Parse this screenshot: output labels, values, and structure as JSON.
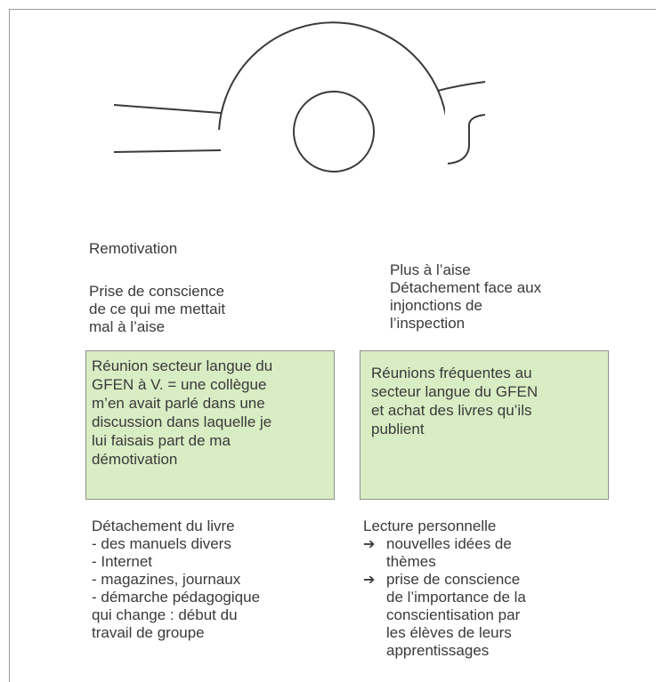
{
  "left": {
    "label_1": "Remotivation",
    "label_2_lines": [
      "Prise de conscience",
      "de ce qui me mettait",
      "mal à l’aise"
    ],
    "box_lines": [
      "Réunion secteur langue du",
      "GFEN à V. = une collègue",
      "m’en avait parlé dans une",
      "discussion dans laquelle je",
      "lui faisais part de ma",
      "démotivation"
    ],
    "bottom_title": "Détachement du livre",
    "bottom_items": [
      "- des manuels divers",
      "- Internet",
      "- magazines, journaux",
      "- démarche pédagogique",
      "qui change : début du",
      "travail de groupe"
    ]
  },
  "right": {
    "label_lines": [
      "Plus à l’aise",
      "Détachement face aux",
      "injonctions de",
      "l’inspection"
    ],
    "box_lines": [
      "Réunions fréquentes au",
      "secteur langue du GFEN",
      "et achat des livres qu’ils",
      "publient"
    ],
    "bottom_title": "Lecture personnelle",
    "bullets": [
      {
        "arrow": "➔",
        "lines": [
          "nouvelles idées de",
          "thèmes"
        ]
      },
      {
        "arrow": "➔",
        "lines": [
          "prise de conscience",
          "de l’importance de la",
          "conscientisation par",
          "les élèves de leurs",
          "apprentissages"
        ]
      }
    ]
  }
}
